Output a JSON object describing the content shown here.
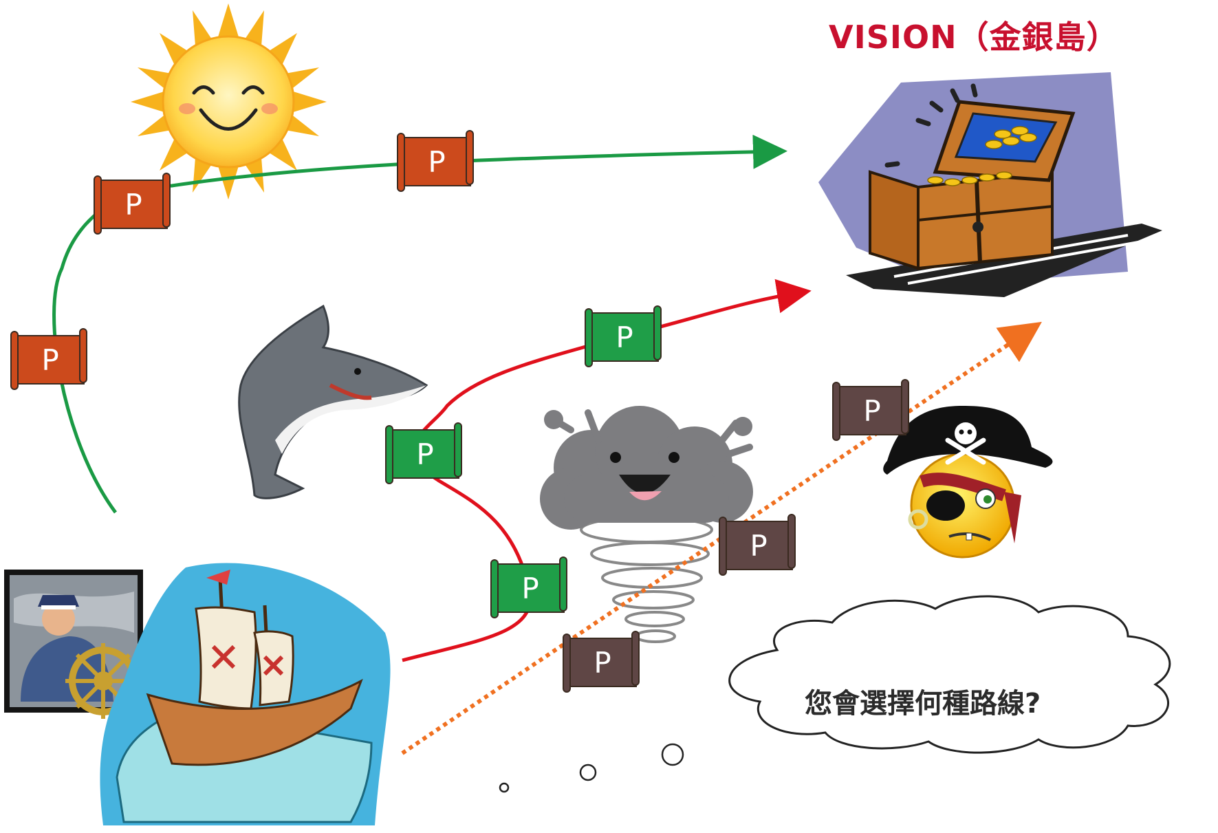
{
  "title": "VISION（金銀島）",
  "question": "您會選擇何種路線?",
  "flag_letter": "P",
  "colors": {
    "title": "#c8102e",
    "green_route": "#1a9a44",
    "red_route": "#e0101c",
    "orange_route": "#f07020",
    "flag_orange": "#cc4a1c",
    "flag_green": "#1f9e48",
    "flag_brown": "#5f4645"
  },
  "icons": [
    "sun-icon",
    "treasure-chest-icon",
    "shark-icon",
    "storm-cloud-icon",
    "pirate-icon",
    "captain-icon",
    "ship-icon",
    "thought-cloud-icon"
  ]
}
